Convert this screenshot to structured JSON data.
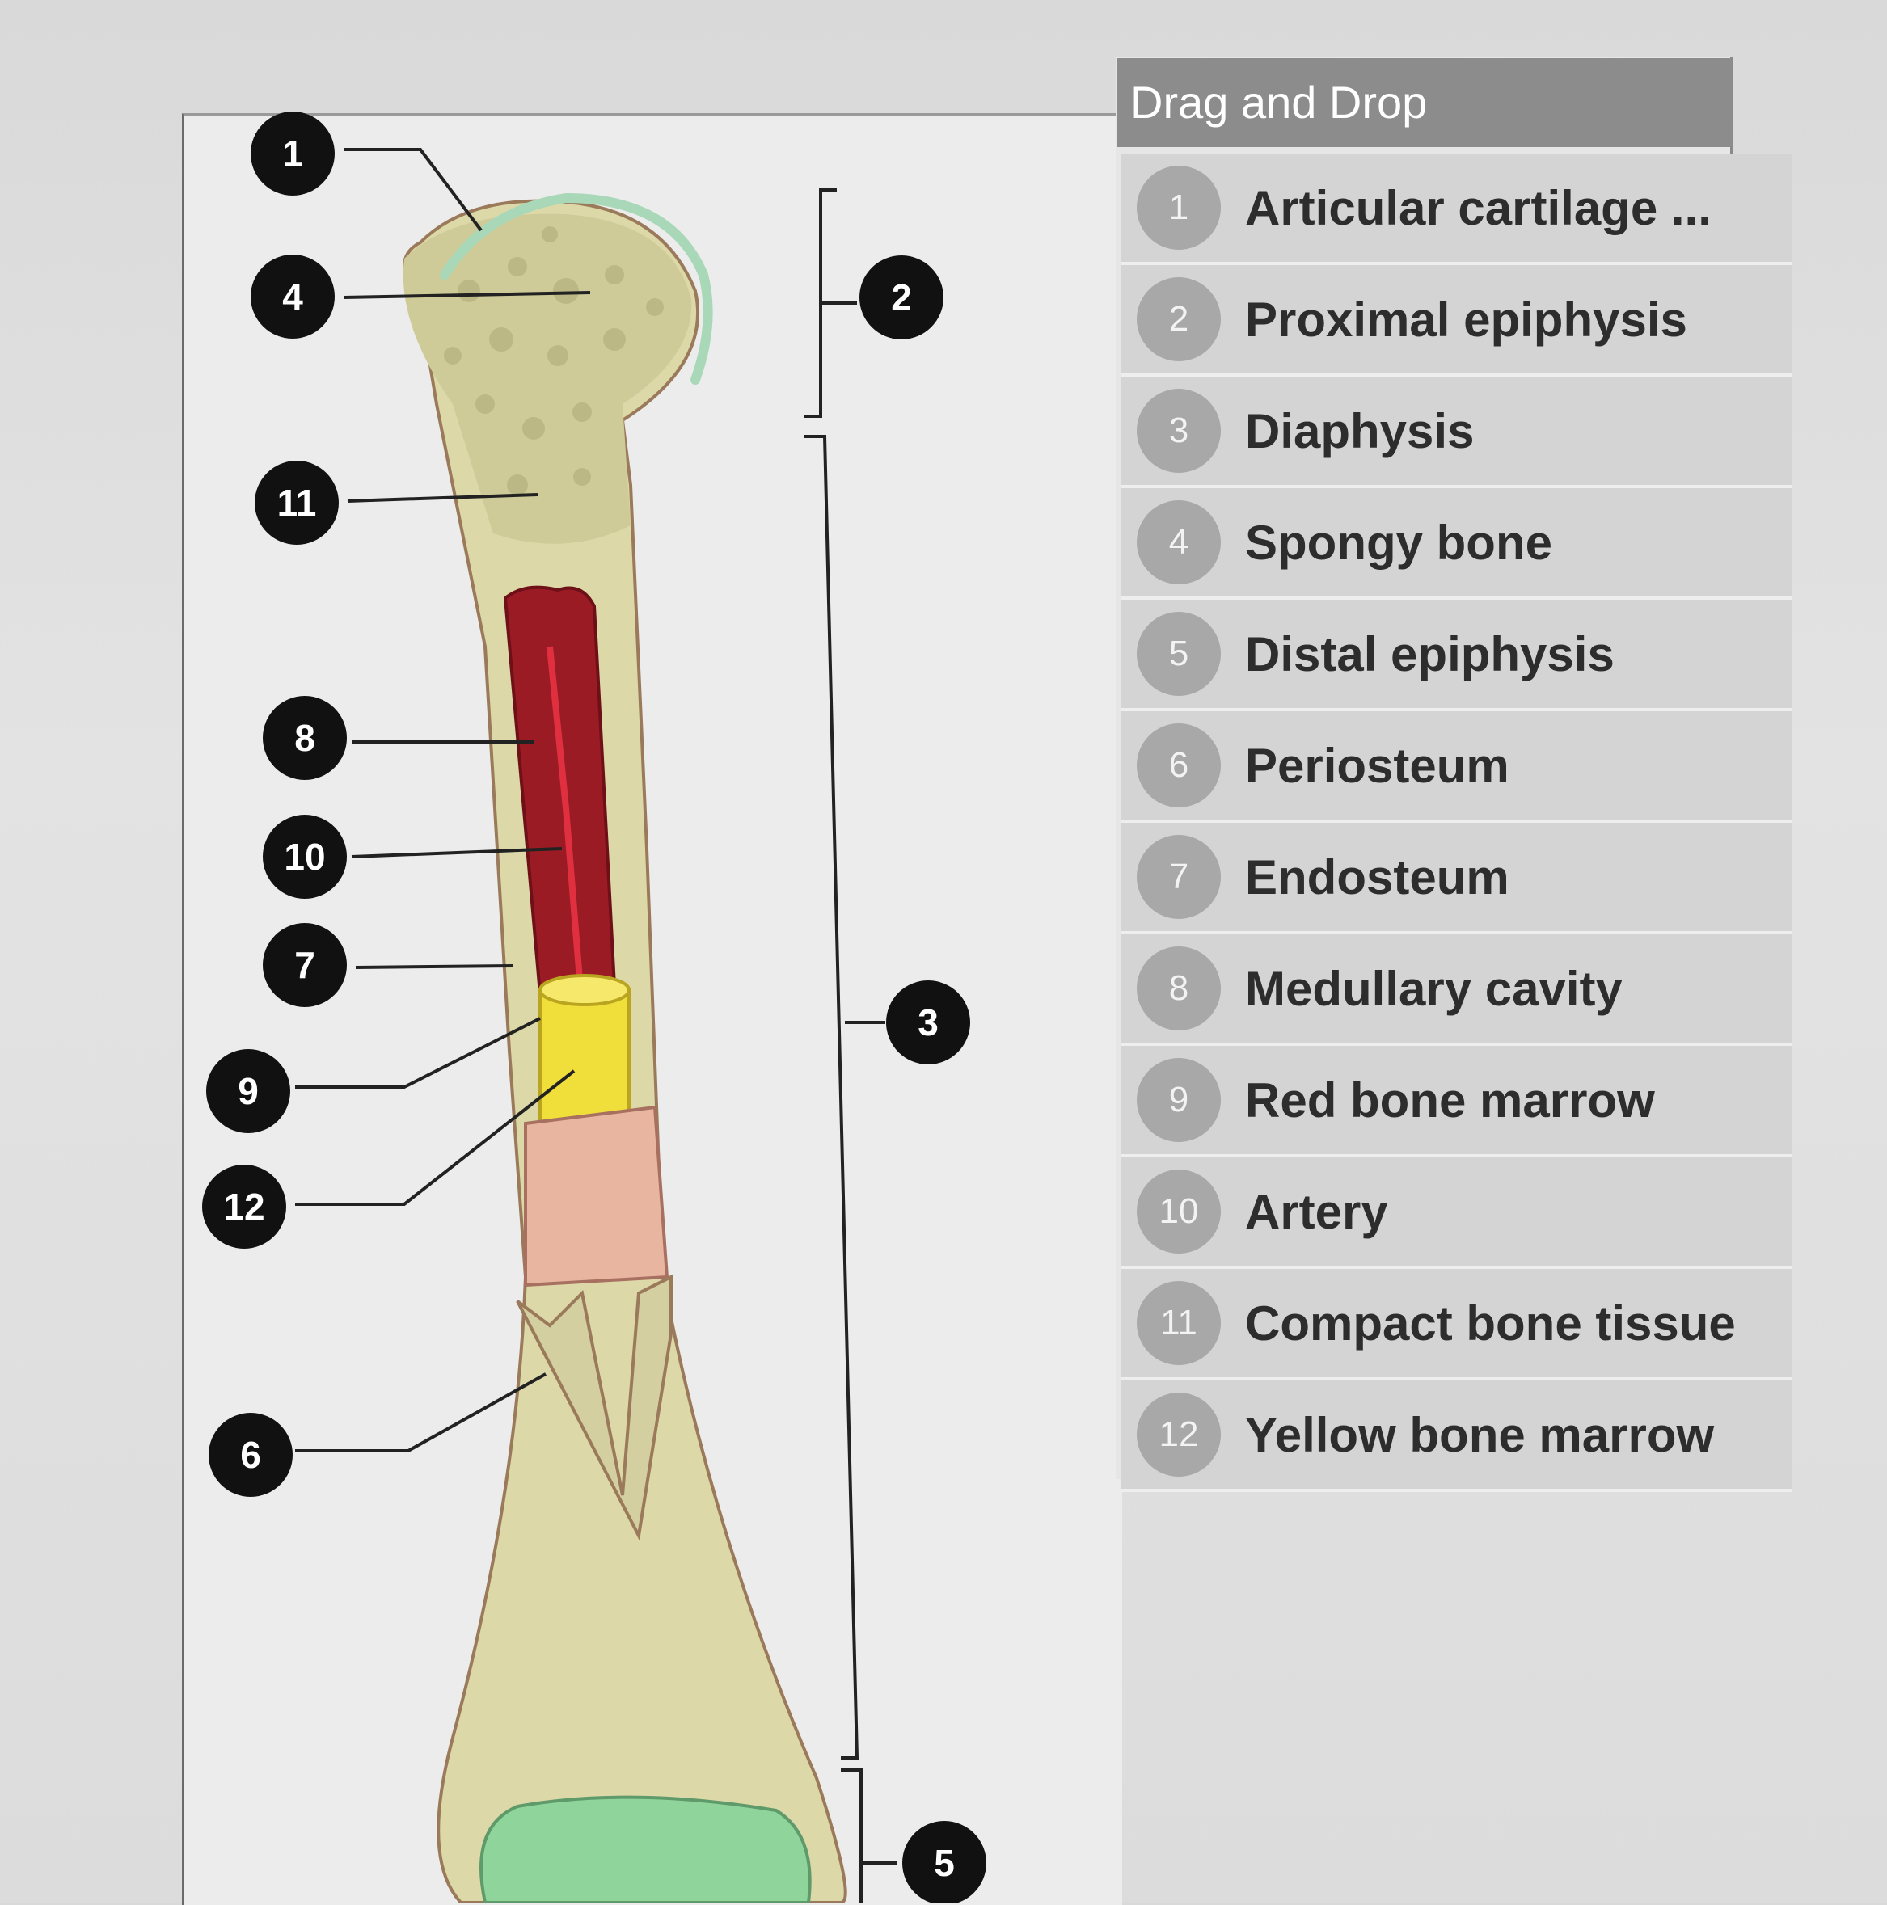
{
  "panel": {
    "title": "Drag and Drop"
  },
  "items": [
    {
      "num": "1",
      "label": "Articular cartilage ..."
    },
    {
      "num": "2",
      "label": "Proximal epiphysis"
    },
    {
      "num": "3",
      "label": "Diaphysis"
    },
    {
      "num": "4",
      "label": "Spongy bone"
    },
    {
      "num": "5",
      "label": "Distal epiphysis"
    },
    {
      "num": "6",
      "label": "Periosteum"
    },
    {
      "num": "7",
      "label": "Endosteum"
    },
    {
      "num": "8",
      "label": "Medullary cavity"
    },
    {
      "num": "9",
      "label": "Red bone marrow"
    },
    {
      "num": "10",
      "label": "Artery"
    },
    {
      "num": "11",
      "label": "Compact bone tissue"
    },
    {
      "num": "12",
      "label": "Yellow bone marrow"
    }
  ],
  "markers": [
    "1",
    "4",
    "11",
    "8",
    "10",
    "7",
    "9",
    "12",
    "6",
    "2",
    "3",
    "5"
  ],
  "colors": {
    "bone": "#dcd8a8",
    "spongy": "#cfcb98",
    "cartilage": "#a8d8b8",
    "red_marrow": "#9b1b24",
    "yellow_marrow": "#f0de3a",
    "periosteum": "#e8b6a0",
    "distal_cartilage": "#8fd49a"
  }
}
